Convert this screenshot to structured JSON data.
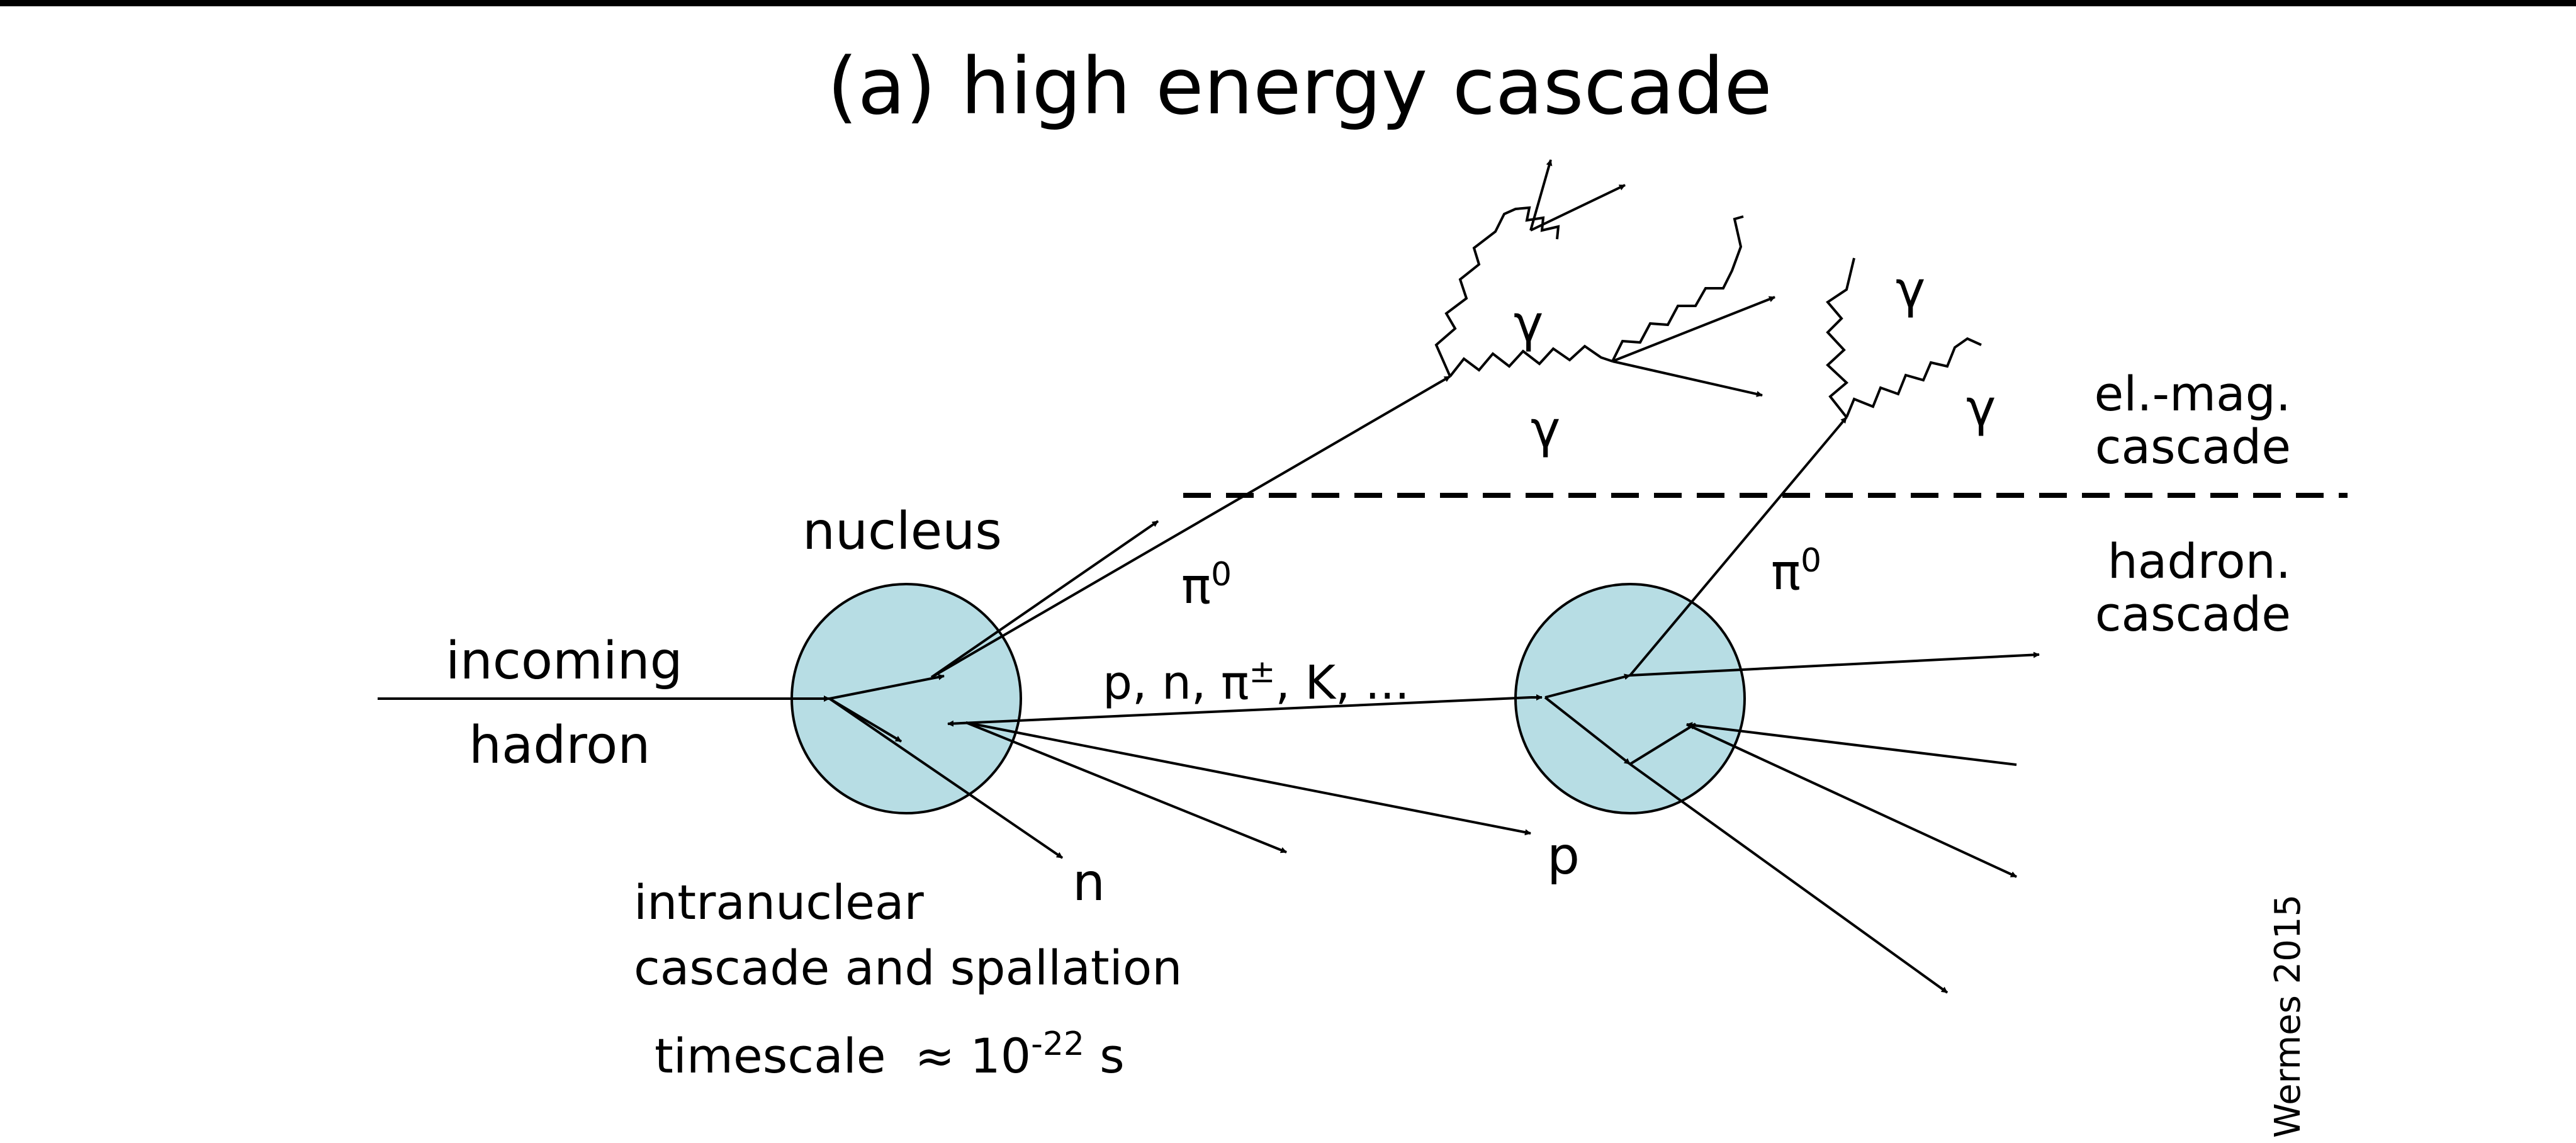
{
  "title": "(a) high energy cascade",
  "labels": {
    "incoming": "incoming",
    "hadron": "hadron",
    "nucleus": "nucleus",
    "pi0_left": "π",
    "pi0_left_sup": "0",
    "pi0_right": "π",
    "pi0_right_sup": "0",
    "secondaries_main": "p, n, π",
    "secondaries_sup": "±",
    "secondaries_tail": ", K, ...",
    "n": "n",
    "p": "p",
    "gamma_1": "γ",
    "gamma_2": "γ",
    "gamma_3": "γ",
    "gamma_4": "γ",
    "em_cascade_1": "el.-mag.",
    "em_cascade_2": "cascade",
    "hadron_cascade_1": "hadron.",
    "hadron_cascade_2": "cascade",
    "intranuclear_1": "intranuclear",
    "intranuclear_2": "cascade and spallation",
    "timescale": "timescale",
    "approx": "≈ 10",
    "exponent": "-22",
    "unit": " s",
    "credit": "Wermes 2015"
  },
  "colors": {
    "nucleus_fill": "#b7dde4",
    "line": "#000000",
    "background": "#ffffff",
    "frame": "#000000"
  }
}
